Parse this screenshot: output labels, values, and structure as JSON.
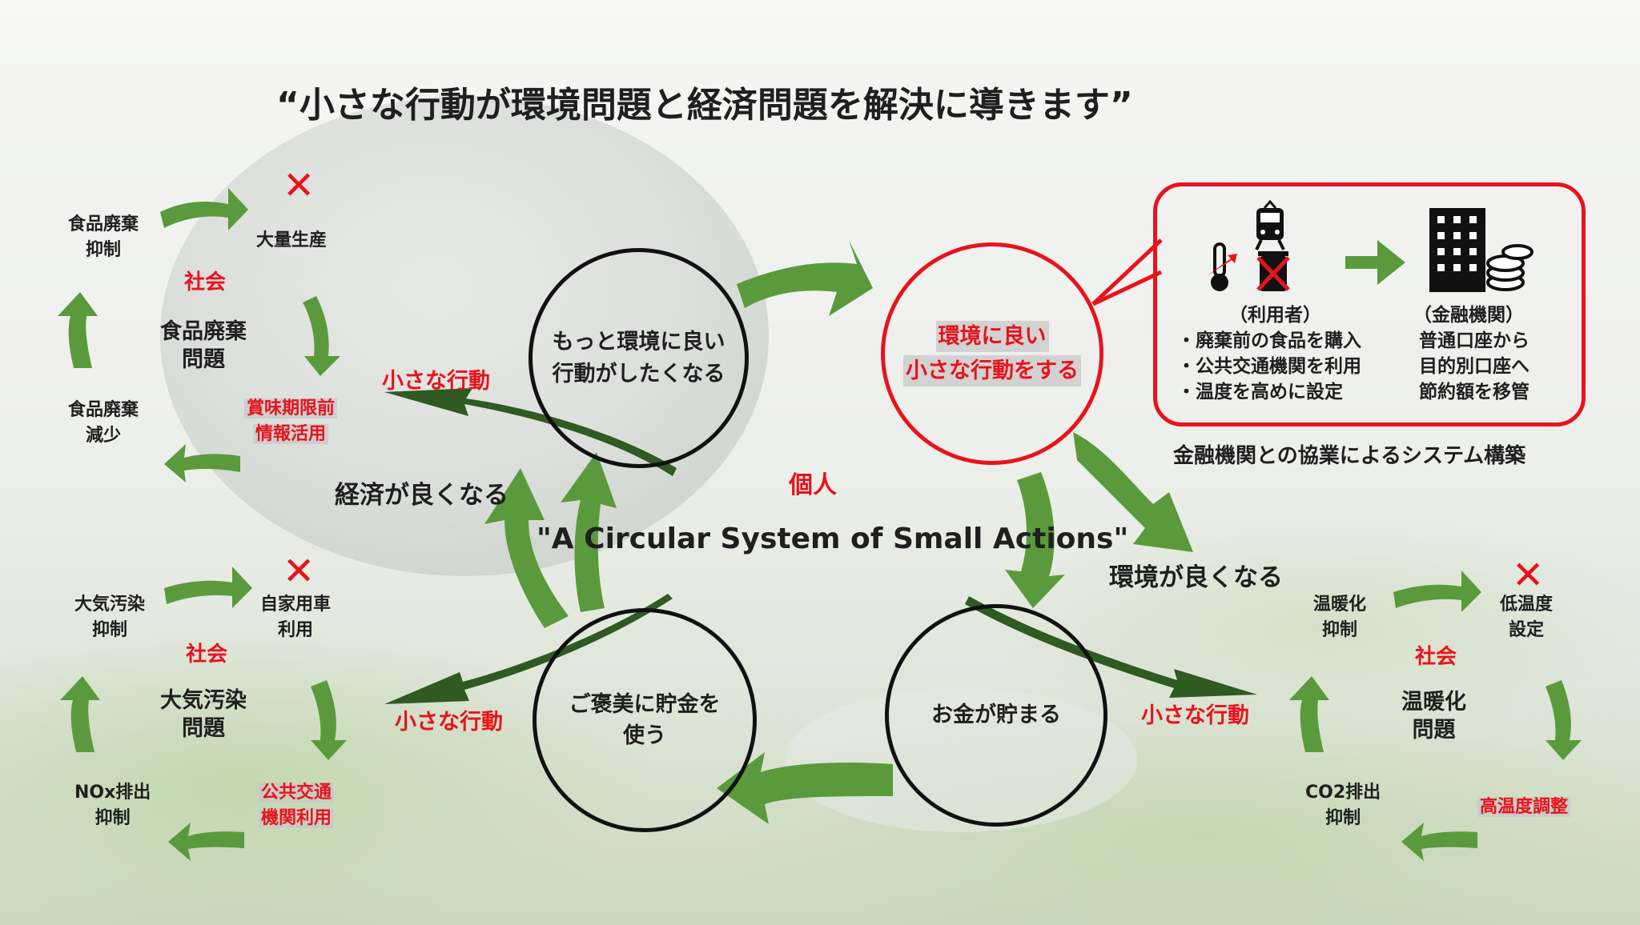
{
  "title": "“小さな行動が環境問題と経済問題を解決に導きます”",
  "center": {
    "individual_label": "個人",
    "caption": "\"A Circular System of Small Actions\""
  },
  "main_cycle": {
    "circles": [
      {
        "lines": [
          "もっと環境に良い",
          "行動がしたくなる"
        ]
      },
      {
        "lines": [
          "環境に良い",
          "小さな行動をする"
        ]
      },
      {
        "lines": [
          "お金が貯まる"
        ]
      },
      {
        "lines": [
          "ご褒美に貯金を",
          "使う"
        ]
      }
    ],
    "economy_better": "経済が良くなる",
    "environment_better": "環境が良くなる",
    "small_action_left_top": "小さな行動",
    "small_action_left_bottom": "小さな行動",
    "small_action_right": "小さな行動"
  },
  "callout": {
    "user_heading": "（利用者）",
    "user_items": [
      "・廃棄前の食品を購入",
      "・公共交通機関を利用",
      "・温度を高めに設定"
    ],
    "bank_heading": "（金融機関）",
    "bank_lines": [
      "普通口座から",
      "目的別口座へ",
      "節約額を移管"
    ],
    "footer": "金融機関との協業によるシステム構築"
  },
  "food_cycle": {
    "society": "社会",
    "problem": [
      "食品廃棄",
      "問題"
    ],
    "top_left": [
      "食品廃棄",
      "抑制"
    ],
    "top_right": "大量生産",
    "bottom_left": [
      "食品廃棄",
      "減少"
    ],
    "bottom_right": [
      "賞味期限前",
      "情報活用"
    ]
  },
  "air_cycle": {
    "society": "社会",
    "problem": [
      "大気汚染",
      "問題"
    ],
    "top_left": [
      "大気汚染",
      "抑制"
    ],
    "top_right": [
      "自家用車",
      "利用"
    ],
    "bottom_left": [
      "NOx排出",
      "抑制"
    ],
    "bottom_right": [
      "公共交通",
      "機関利用"
    ]
  },
  "warming_cycle": {
    "society": "社会",
    "problem": [
      "温暖化",
      "問題"
    ],
    "top_left": [
      "温暖化",
      "抑制"
    ],
    "top_right": [
      "低温度",
      "設定"
    ],
    "bottom_left": [
      "CO2排出",
      "抑制"
    ],
    "bottom_right": "高温度調整"
  },
  "icons": [
    "x-mark-icon",
    "train-icon",
    "thermometer-icon",
    "trash-can-icon",
    "office-building-icon",
    "coin-stack-icon",
    "arrow-icon"
  ],
  "colors": {
    "arrow_green": "#5a9a3c",
    "arrow_dark": "#3f7a2e",
    "accent_red": "#e8131b",
    "text": "#1f1f1f"
  }
}
